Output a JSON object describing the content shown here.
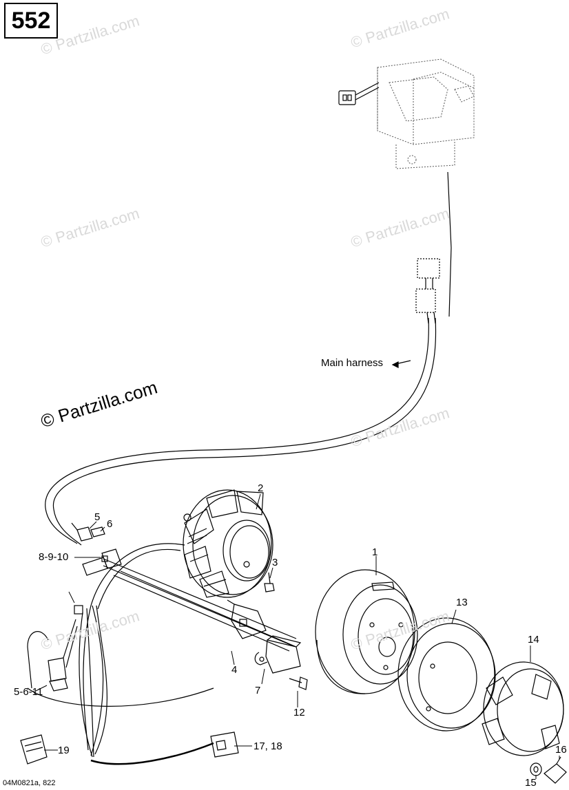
{
  "page_number": "552",
  "watermark": "© Partzilla.com",
  "figure_code": "04M0821a, 822",
  "callouts": {
    "main_harness": "Main harness",
    "c1": "1",
    "c2": "2",
    "c3": "3",
    "c4": "4",
    "c5": "5",
    "c6": "6",
    "c7": "7",
    "c8_9_10": "8-9-10",
    "c12": "12",
    "c13": "13",
    "c14": "14",
    "c15": "15",
    "c16": "16",
    "c17_18": "17, 18",
    "c19": "19",
    "c5_6_11": "5-6-11"
  },
  "colors": {
    "line": "#000000",
    "watermark": "#d9d9d9",
    "phantom": "#555555"
  }
}
